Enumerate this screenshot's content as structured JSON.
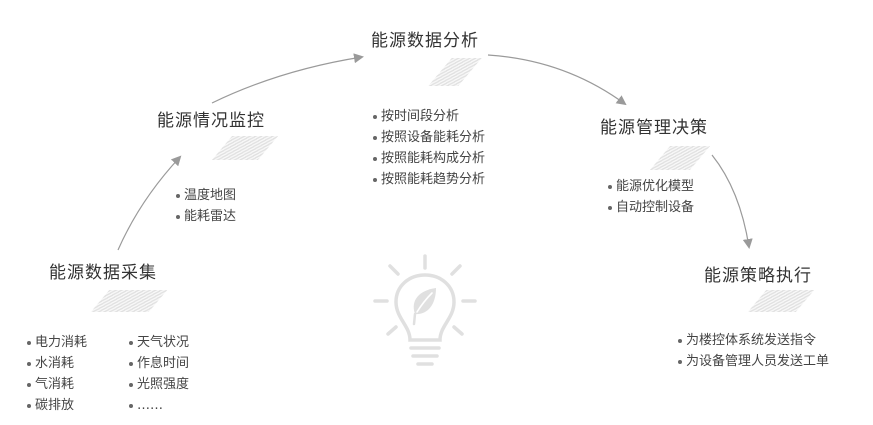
{
  "colors": {
    "arrow": "#9a9a9a",
    "stripe": "#e2e2e2",
    "text": "#333333",
    "icon": "#e0e0e0"
  },
  "stages": {
    "collect": {
      "title": "能源数据采集"
    },
    "monitor": {
      "title": "能源情况监控"
    },
    "analyze": {
      "title": "能源数据分析"
    },
    "decide": {
      "title": "能源管理决策"
    },
    "execute": {
      "title": "能源策略执行"
    }
  },
  "lists": {
    "collect_left": [
      "电力消耗",
      "水消耗",
      "气消耗",
      "碳排放"
    ],
    "collect_right": [
      "天气状况",
      "作息时间",
      "光照强度",
      "……"
    ],
    "monitor": [
      "温度地图",
      "能耗雷达"
    ],
    "analyze": [
      "按时间段分析",
      "按照设备能耗分析",
      "按照能耗构成分析",
      "按照能耗趋势分析"
    ],
    "decide": [
      "能源优化模型",
      "自动控制设备"
    ],
    "execute": [
      "为楼控体系统发送指令",
      "为设备管理人员发送工单"
    ]
  },
  "icons": {
    "center": "lightbulb-leaf-icon"
  }
}
